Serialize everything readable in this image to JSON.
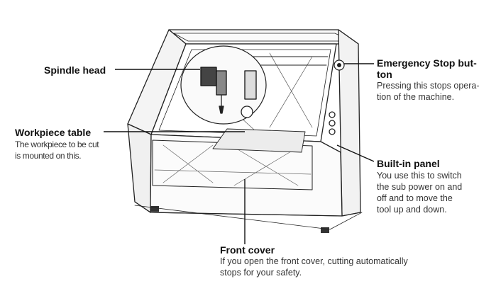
{
  "callouts": {
    "spindle_head": {
      "title": "Spindle head"
    },
    "workpiece_table": {
      "title": "Workpiece table",
      "desc_lines": [
        "The workpiece to be cut",
        "is mounted on this."
      ]
    },
    "emergency_stop": {
      "title_lines": [
        "Emergency Stop but-",
        "ton"
      ],
      "desc_lines": [
        "Pressing this stops opera-",
        "tion of the machine."
      ]
    },
    "builtin_panel": {
      "title": "Built-in panel",
      "desc_lines": [
        "You use this to switch",
        "the sub power on and",
        "off and to move the",
        "tool up and down."
      ]
    },
    "front_cover": {
      "title": "Front cover",
      "desc_lines": [
        "If you open the front cover, cutting automatically",
        "stops for your safety."
      ]
    }
  }
}
